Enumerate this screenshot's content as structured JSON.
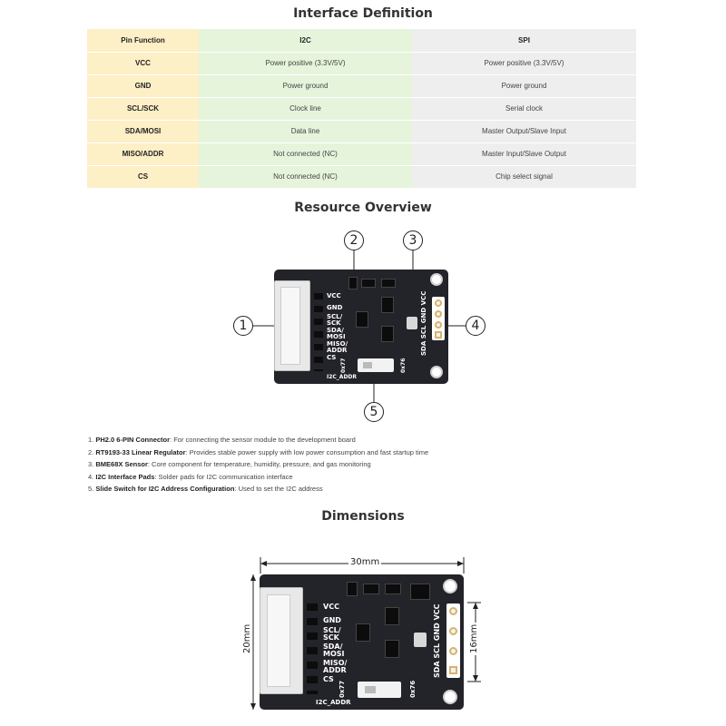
{
  "interface": {
    "title": "Interface Definition",
    "header": [
      "Pin Function",
      "I2C",
      "SPI"
    ],
    "rows": [
      [
        "VCC",
        "Power positive (3.3V/5V)",
        "Power positive (3.3V/5V)"
      ],
      [
        "GND",
        "Power ground",
        "Power ground"
      ],
      [
        "SCL/SCK",
        "Clock line",
        "Serial clock"
      ],
      [
        "SDA/MOSI",
        "Data line",
        "Master Output/Slave Input"
      ],
      [
        "MISO/ADDR",
        "Not connected (NC)",
        "Master Input/Slave Output"
      ],
      [
        "CS",
        "Not connected (NC)",
        "Chip select signal"
      ]
    ]
  },
  "resource": {
    "title": "Resource Overview",
    "callouts": [
      "1",
      "2",
      "3",
      "4",
      "5"
    ],
    "items": [
      {
        "num": "1.",
        "bold": "PH2.0 6-PIN Connector",
        "text": ": For connecting the sensor module to the development board"
      },
      {
        "num": "2.",
        "bold": "RT9193-33 Linear Regulator",
        "text": ": Provides stable power supply with low power consumption and fast startup time"
      },
      {
        "num": "3.",
        "bold": "BME68X Sensor",
        "text": ": Core component for temperature, humidity, pressure, and gas monitoring"
      },
      {
        "num": "4.",
        "bold": "I2C Interface Pads",
        "text": ": Solder pads for I2C communication interface"
      },
      {
        "num": "5.",
        "bold": "Slide Switch for I2C Address Configuration",
        "text": ": Used to set the I2C address"
      }
    ]
  },
  "board": {
    "pins": [
      "VCC",
      "GND",
      "SCL/",
      "SCK",
      "SDA/",
      "MOSI",
      "MISO/",
      "ADDR",
      "CS"
    ],
    "pads": "SDA SCL GND VCC",
    "addr_left": "0x77",
    "addr_right": "0x76",
    "switch_label": "I2C_ADDR"
  },
  "dimensions": {
    "title": "Dimensions",
    "width": "30mm",
    "height": "20mm",
    "pad_span": "16mm"
  }
}
